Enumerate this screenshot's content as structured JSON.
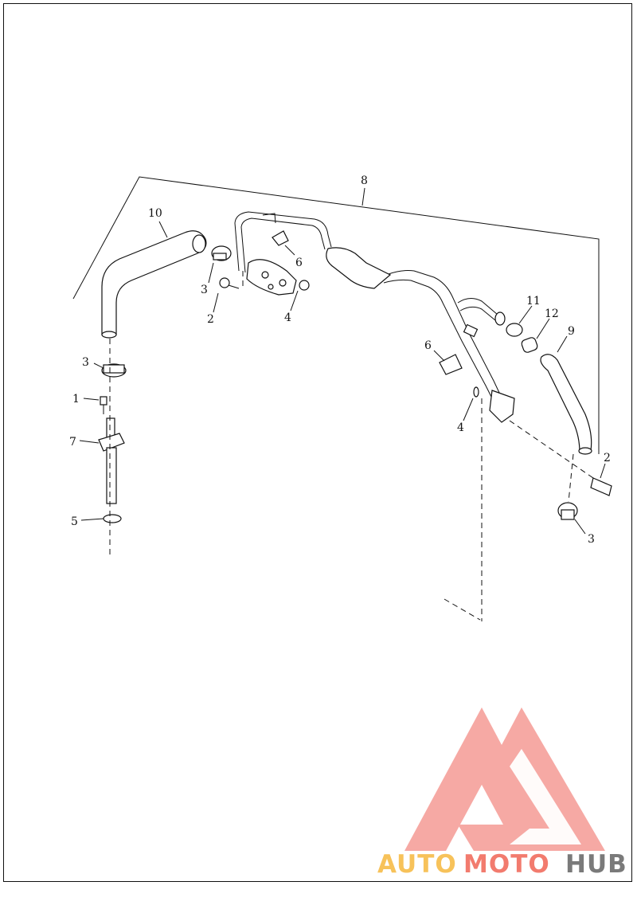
{
  "diagram": {
    "callouts": {
      "c8": "8",
      "c10": "10",
      "c6a": "6",
      "c3a": "3",
      "c2a": "2",
      "c4a": "4",
      "c11": "11",
      "c12": "12",
      "c9": "9",
      "c6b": "6",
      "c3b": "3",
      "c1": "1",
      "c7": "7",
      "c4b": "4",
      "c2b": "2",
      "c5": "5",
      "c3c": "3"
    }
  },
  "logo": {
    "part1": "AUTO",
    "part2": "MOTO",
    "part3": "HUB",
    "colors": {
      "triangle": "#f5a09a",
      "auto": "#f7c25a",
      "moto": "#f27b6e",
      "hub": "#7a7a7a"
    }
  }
}
